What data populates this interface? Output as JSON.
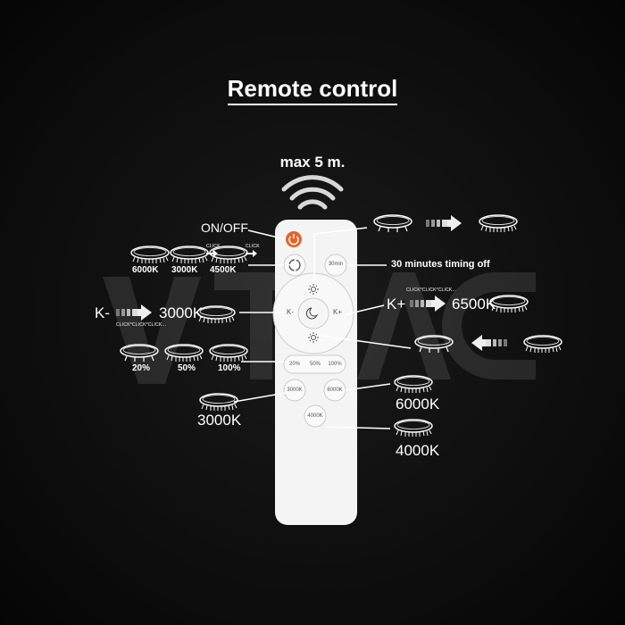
{
  "title": "Remote control",
  "range": "max 5 m.",
  "watermark": "V-TAC",
  "colors": {
    "background": "#0c0c0c",
    "remote": "#f4f4f4",
    "power_button": "#e4642a",
    "text": "#ffffff"
  },
  "remote": {
    "power_icon": "power-icon",
    "cycle_icon": "cycle-icon",
    "timer_button": "30min",
    "k_minus": "K-",
    "k_plus": "K+",
    "night_icon": "moon-icon",
    "brightness_icons": [
      "sun-up-icon",
      "sun-down-icon"
    ],
    "brightness_presets": [
      "20%",
      "50%",
      "100%"
    ],
    "color_buttons": [
      "3000K",
      "6000K",
      "4000K"
    ]
  },
  "annotations": {
    "on_off": "ON/OFF",
    "cycle_sequence": [
      "6000K",
      "3000K",
      "4500K"
    ],
    "cycle_click": "CLICK",
    "k_minus_label": "K-",
    "k_minus_result": "3000K",
    "click_text": "CLICK*CLICK*CLICK...",
    "brightness_levels": [
      "20%",
      "50%",
      "100%"
    ],
    "btn_3000k": "3000K",
    "timer_desc": "30 minutes timing off",
    "k_plus_label": "K+",
    "k_plus_result": "6500K",
    "btn_6000k": "6000K",
    "btn_4000k": "4000K"
  }
}
